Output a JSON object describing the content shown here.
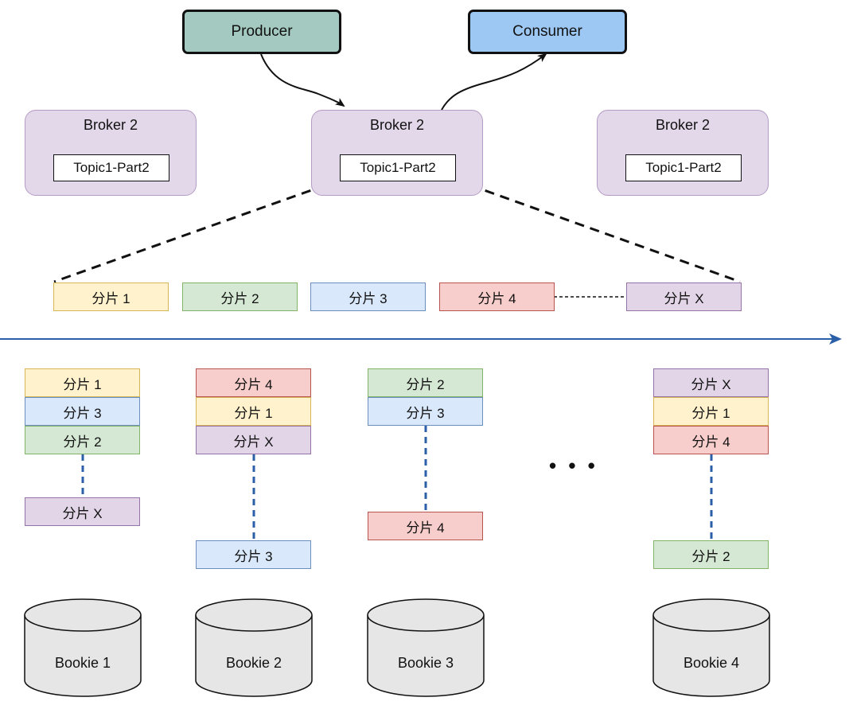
{
  "producer": "Producer",
  "consumer": "Consumer",
  "brokers": [
    {
      "title": "Broker 2",
      "topic": "Topic1-Part2"
    },
    {
      "title": "Broker 2",
      "topic": "Topic1-Part2"
    },
    {
      "title": "Broker 2",
      "topic": "Topic1-Part2"
    }
  ],
  "segments": [
    "分片 1",
    "分片 2",
    "分片 3",
    "分片 4",
    "分片 X"
  ],
  "bookies": [
    {
      "name": "Bookie 1",
      "stack": [
        "分片 1",
        "分片 3",
        "分片 2"
      ],
      "last": "分片 X"
    },
    {
      "name": "Bookie 2",
      "stack": [
        "分片 4",
        "分片 1",
        "分片 X"
      ],
      "last": "分片 3"
    },
    {
      "name": "Bookie 3",
      "stack": [
        "分片 2",
        "分片 3"
      ],
      "last": "分片 4"
    },
    {
      "name": "Bookie 4",
      "stack": [
        "分片 X",
        "分片 1",
        "分片 4"
      ],
      "last": "分片 2"
    }
  ],
  "ellipsis": "• • •",
  "colors": {
    "producer": "#a3c9c0",
    "consumer": "#9ec8f4",
    "broker": "#e3d7ea",
    "timeline": "#2b5fa8",
    "connector": "#2b5fa8"
  }
}
